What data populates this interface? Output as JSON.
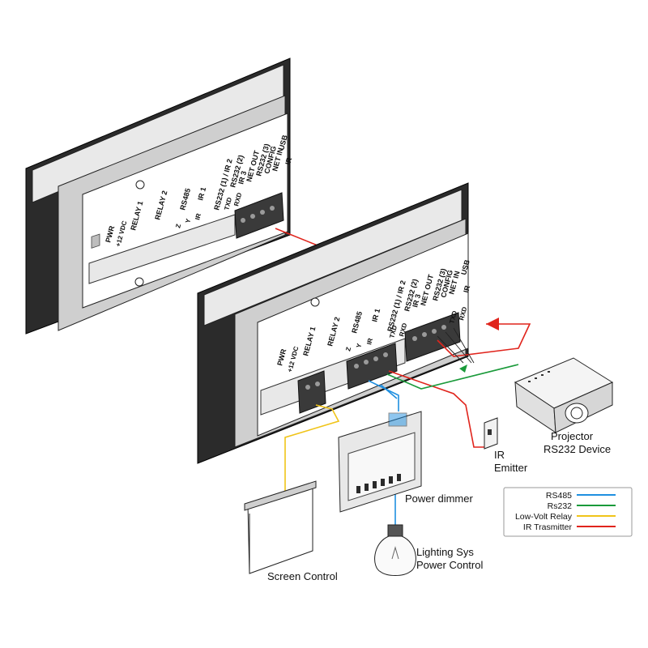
{
  "panel_back": {
    "labels": [
      "PWR",
      "+12 VDC",
      "RELAY 1",
      "RELAY 2",
      "RS485",
      "Z",
      "Y",
      "IR",
      "IR 1",
      "RS232 (1) / IR 2",
      "TXD",
      "RXD",
      "RS232 (2)",
      "IR 3",
      "NET OUT",
      "RS232 (3)",
      "CONFIG",
      "NET IN",
      "USB",
      "IR"
    ]
  },
  "panel_front": {
    "labels": [
      "PWR",
      "+12 VDC",
      "RELAY 1",
      "RELAY 2",
      "RS485",
      "Z",
      "Y",
      "IR",
      "IR 1",
      "RS232 (1) / IR 2",
      "TXD",
      "RXD",
      "RS232 (2)",
      "IR 3",
      "NET OUT",
      "RS232 (3)",
      "CONFIG",
      "NET IN",
      "TXD",
      "RXD",
      "USB",
      "IR"
    ]
  },
  "devices": {
    "projector": [
      "Projector",
      "RS232 Device"
    ],
    "ir_emitter": [
      "IR",
      "Emitter"
    ],
    "power_dimmer": "Power dimmer",
    "lighting": [
      "Lighting Sys",
      "Power Control"
    ],
    "screen": "Screen Control"
  },
  "legend": [
    {
      "label": "RS485",
      "color": "#1f8fe0"
    },
    {
      "label": "Rs232",
      "color": "#1a9a3a"
    },
    {
      "label": "Low-Volt Relay",
      "color": "#f0c419"
    },
    {
      "label": "IR Trasmitter",
      "color": "#e0241c"
    }
  ]
}
